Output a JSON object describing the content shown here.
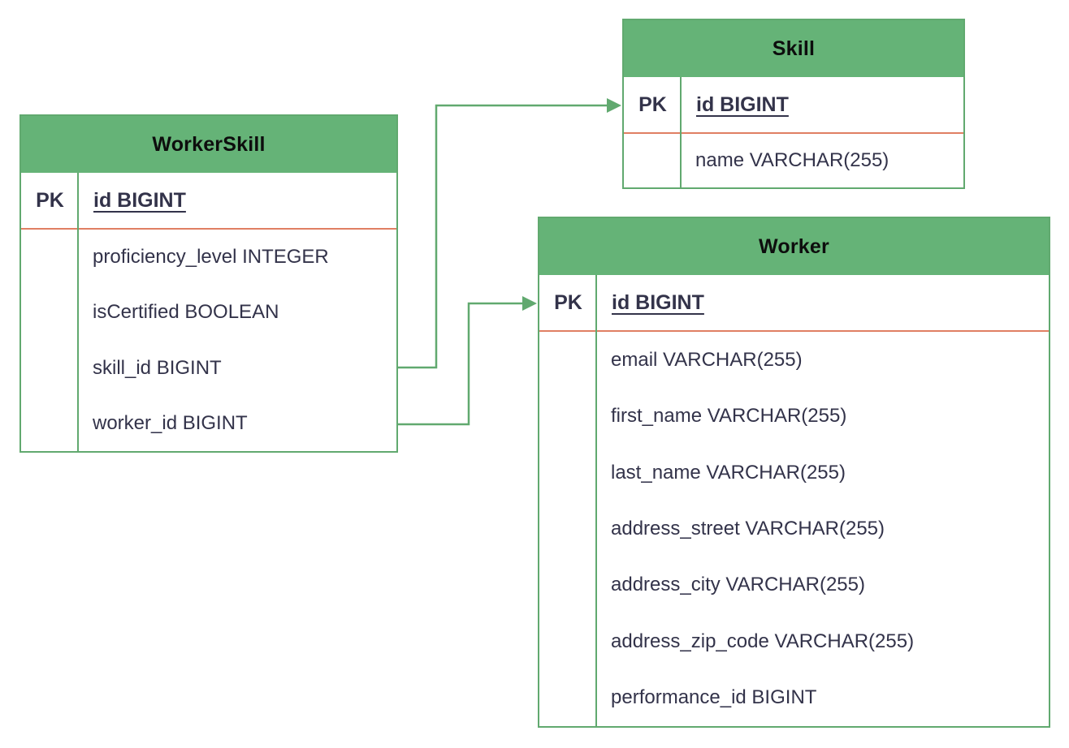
{
  "diagram_type": "entity-relationship",
  "colors": {
    "table_header_fill": "#65b377",
    "table_border": "#61a96f",
    "connector_green": "#61a96f",
    "pk_divider_orange": "#e07f63",
    "field_text": "#33334a",
    "header_text": "#0d0d0d",
    "background": "#ffffff"
  },
  "tables": {
    "workerskill": {
      "title": "WorkerSkill",
      "pk_key_label": "PK",
      "pk_field": "id BIGINT",
      "fields": [
        "proficiency_level INTEGER",
        "isCertified BOOLEAN",
        "skill_id BIGINT",
        "worker_id BIGINT"
      ]
    },
    "skill": {
      "title": "Skill",
      "pk_key_label": "PK",
      "pk_field": "id BIGINT",
      "fields": [
        "name VARCHAR(255)"
      ]
    },
    "worker": {
      "title": "Worker",
      "pk_key_label": "PK",
      "pk_field": "id BIGINT",
      "fields": [
        "email VARCHAR(255)",
        "first_name VARCHAR(255)",
        "last_name VARCHAR(255)",
        "address_street VARCHAR(255)",
        "address_city VARCHAR(255)",
        "address_zip_code VARCHAR(255)",
        "performance_id BIGINT"
      ]
    }
  },
  "relations": [
    {
      "from": "WorkerSkill.skill_id",
      "to": "Skill.id",
      "arrow": "filled-right-arrow"
    },
    {
      "from": "WorkerSkill.worker_id",
      "to": "Worker.id",
      "arrow": "filled-right-arrow"
    }
  ]
}
